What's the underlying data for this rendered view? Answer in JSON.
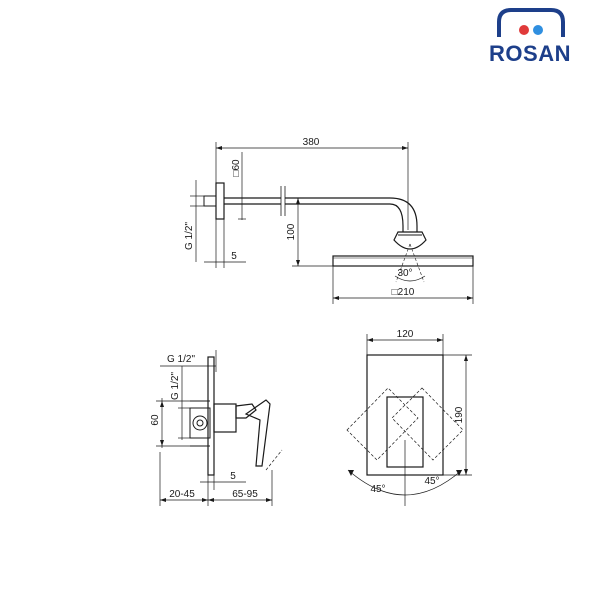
{
  "brand": {
    "name": "ROSAN",
    "primary_color": "#1d3f8a",
    "accent_red": "#e03a3a",
    "accent_blue": "#2f8fe0"
  },
  "shower_arm": {
    "length": "380",
    "flange_square": "□60",
    "thread": "G 1/2\"",
    "wall_gap": "5",
    "drop": "100",
    "tilt_angle": "30°",
    "head_square": "□210"
  },
  "mixer": {
    "thread_top": "G 1/2\"",
    "thread_side": "G 1/2\"",
    "height_offset": "60",
    "wall_gap": "5",
    "depth_range": "20-45",
    "projection_range": "65-95"
  },
  "plate": {
    "width": "120",
    "height": "190",
    "rotation_left": "45°",
    "rotation_right": "45°"
  }
}
